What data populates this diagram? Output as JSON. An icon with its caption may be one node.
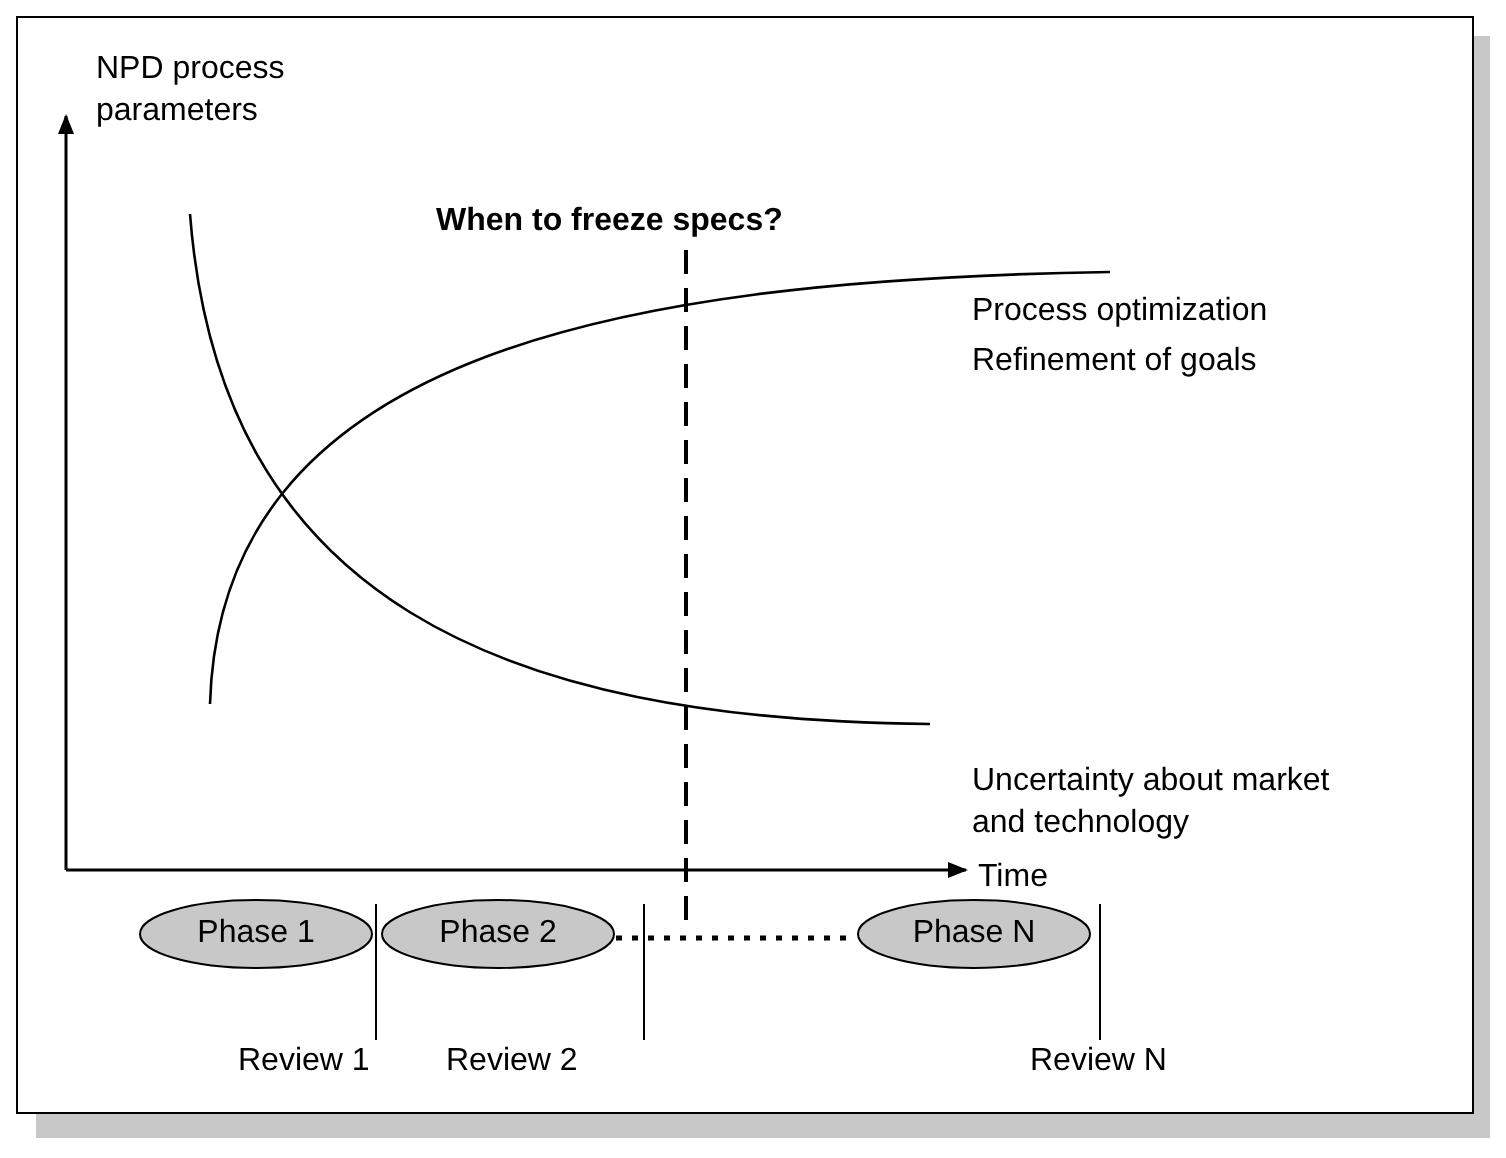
{
  "diagram": {
    "nodes": [
      {
        "text": [
          "Phase 1"
        ]
      },
      {
        "text": [
          "Phase 2"
        ]
      },
      {
        "text": [
          "Phase N"
        ]
      }
    ],
    "edges": [
      {
        "from": 1,
        "to": 2,
        "arrow": "none",
        "style": "dashed"
      }
    ],
    "labels": [
      "NPD process parameters",
      "When to freeze specs?",
      "Process optimization",
      "Refinement of goals",
      "Uncertainty about market and technology",
      "Time",
      "Review 1",
      "Review 2",
      "Review N"
    ]
  }
}
